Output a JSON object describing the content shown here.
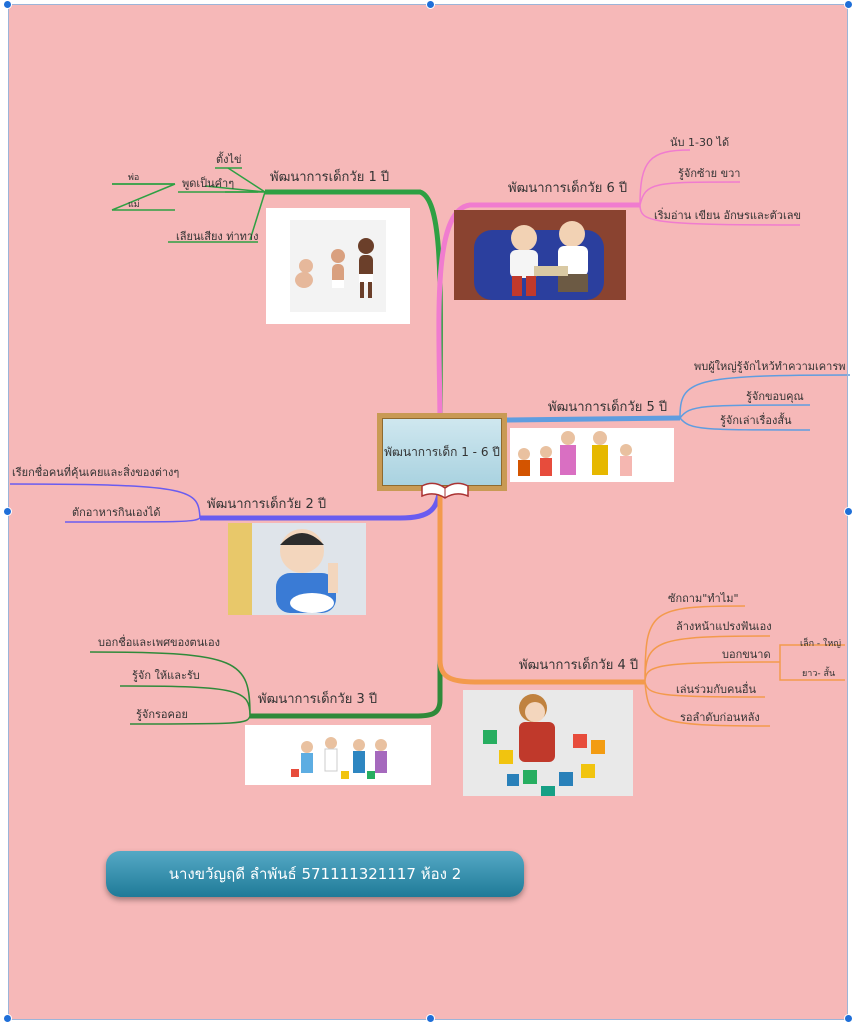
{
  "central": "พัฒนาการเด็ก 1 - 6 ปี",
  "footer": "นางขวัญฤดี ลำพันธ์ 571111321117 ห้อง 2",
  "colors": {
    "background": "#f6b8b8",
    "age1": "#2ea043",
    "age2": "#6a5cf0",
    "age3": "#2f8a3a",
    "age4": "#f39a4c",
    "age5": "#5f9de0",
    "age6": "#f07ccf"
  },
  "branches": {
    "age1": {
      "title": "พัฒนาการเด็กวัย 1 ปี",
      "items": [
        "ตั้งไข่",
        "พูดเป็นคำๆ",
        "เลียนเสียง ท่าทาง"
      ],
      "sub": [
        "พ่อ",
        "แม่"
      ]
    },
    "age2": {
      "title": "พัฒนาการเด็กวัย 2 ปี",
      "items": [
        "เรียกชื่อคนที่คุ้นเคยและสิ่งของต่างๆ",
        "ตักอาหารกินเองได้"
      ]
    },
    "age3": {
      "title": "พัฒนาการเด็กวัย 3 ปี",
      "items": [
        "บอกชื่อและเพศของตนเอง",
        "รู้จัก ให้และรับ",
        "รู้จักรอคอย"
      ]
    },
    "age4": {
      "title": "พัฒนาการเด็กวัย 4 ปี",
      "items": [
        "ซักถาม\"ทำไม\"",
        "ล้างหน้าแปรงฟันเอง",
        "บอกขนาด",
        "เล่นร่วมกับคนอื่น",
        "รอลำดับก่อนหลัง"
      ],
      "sub": [
        "เล็ก - ใหญ่",
        "ยาว- สั้น"
      ]
    },
    "age5": {
      "title": "พัฒนาการเด็กวัย 5 ปี",
      "items": [
        "พบผู้ใหญ่รู้จักไหว้ทำความเคารพ",
        "รู้จักขอบคุณ",
        "รู้จักเล่าเรื่องสั้น"
      ]
    },
    "age6": {
      "title": "พัฒนาการเด็กวัย 6 ปี",
      "items": [
        "นับ 1-30 ได้",
        "รู้จักซ้าย ขวา",
        "เริ่มอ่าน เขียน อักษรและตัวเลข"
      ]
    }
  }
}
